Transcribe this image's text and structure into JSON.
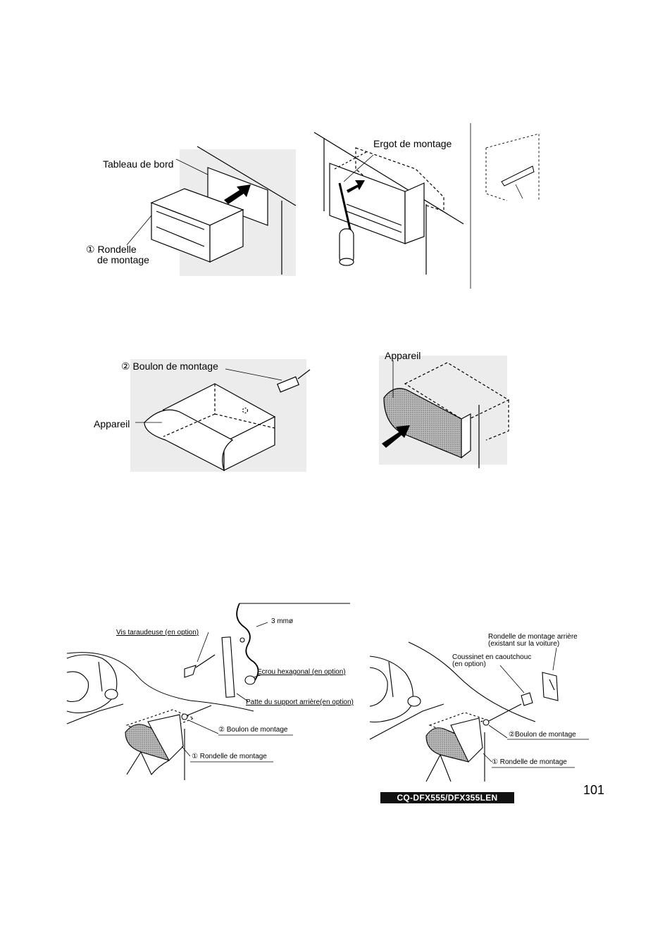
{
  "fig1": {
    "dashboard": "Tableau de bord",
    "sleeve1": "① Rondelle",
    "sleeve2": "de montage"
  },
  "fig2": {
    "tab": "Ergot de montage"
  },
  "fig3": {
    "bolt": "② Boulon de montage",
    "unit": "Appareil"
  },
  "fig4": {
    "unit": "Appareil"
  },
  "fig5": {
    "screw": "Vis taraudeuse (en option)",
    "diameter": "3 mmø",
    "nut": "Ecrou hexagonal  (en option)",
    "strap": "Patte du support arrière(en option)",
    "bolt": "② Boulon de montage",
    "sleeve": "① Rondelle de montage"
  },
  "fig6": {
    "rear1": "Rondelle de montage arrière",
    "rear2": "(existant sur la voiture)",
    "rubber1": "Coussinet en caoutchouc",
    "rubber2": "(en option)",
    "bolt": "②Boulon de montage",
    "sleeve": "① Rondelle de montage"
  },
  "footer": {
    "model": "CQ-DFX555/DFX355LEN",
    "page_number": "101"
  }
}
